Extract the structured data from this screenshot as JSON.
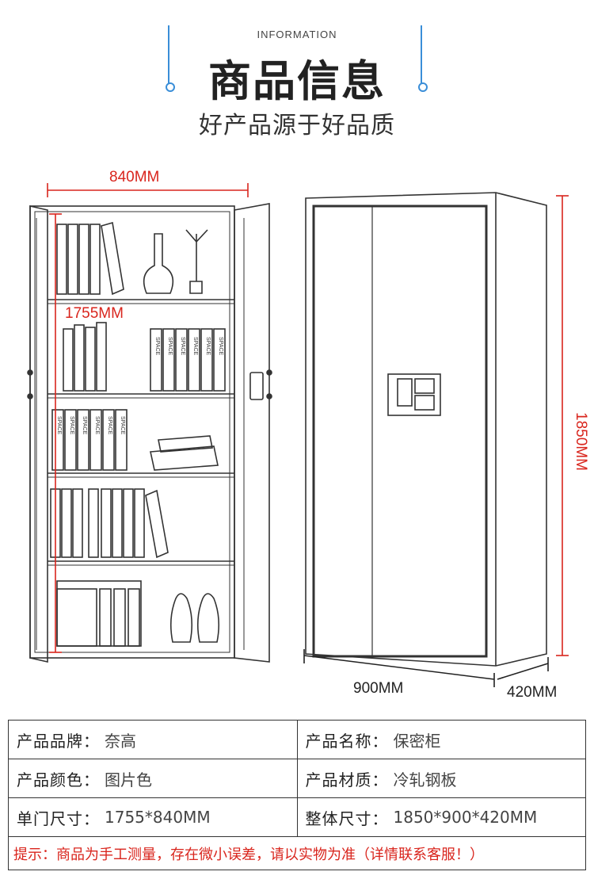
{
  "header": {
    "label": "INFORMATION",
    "title": "商品信息",
    "subtitle": "好产品源于好品质"
  },
  "illustration": {
    "width_label": "840MM",
    "door_height_label": "1755MM",
    "total_height_label": "1850MM",
    "total_width_label": "900MM",
    "depth_label": "420MM",
    "book_spine_text": "SPACE",
    "accent_color": "#d9251d"
  },
  "specs": [
    {
      "left_key": "产品品牌：",
      "left_val": "奈高",
      "right_key": "产品名称：",
      "right_val": "保密柜"
    },
    {
      "left_key": "产品颜色：",
      "left_val": "图片色",
      "right_key": "产品材质：",
      "right_val": "冷轧钢板"
    },
    {
      "left_key": "单门尺寸：",
      "left_val": "1755*840MM",
      "right_key": "整体尺寸：",
      "right_val": "1850*900*420MM"
    }
  ],
  "notice": "提示：商品为手工测量，存在微小误差，请以实物为准（详情联系客服！）"
}
